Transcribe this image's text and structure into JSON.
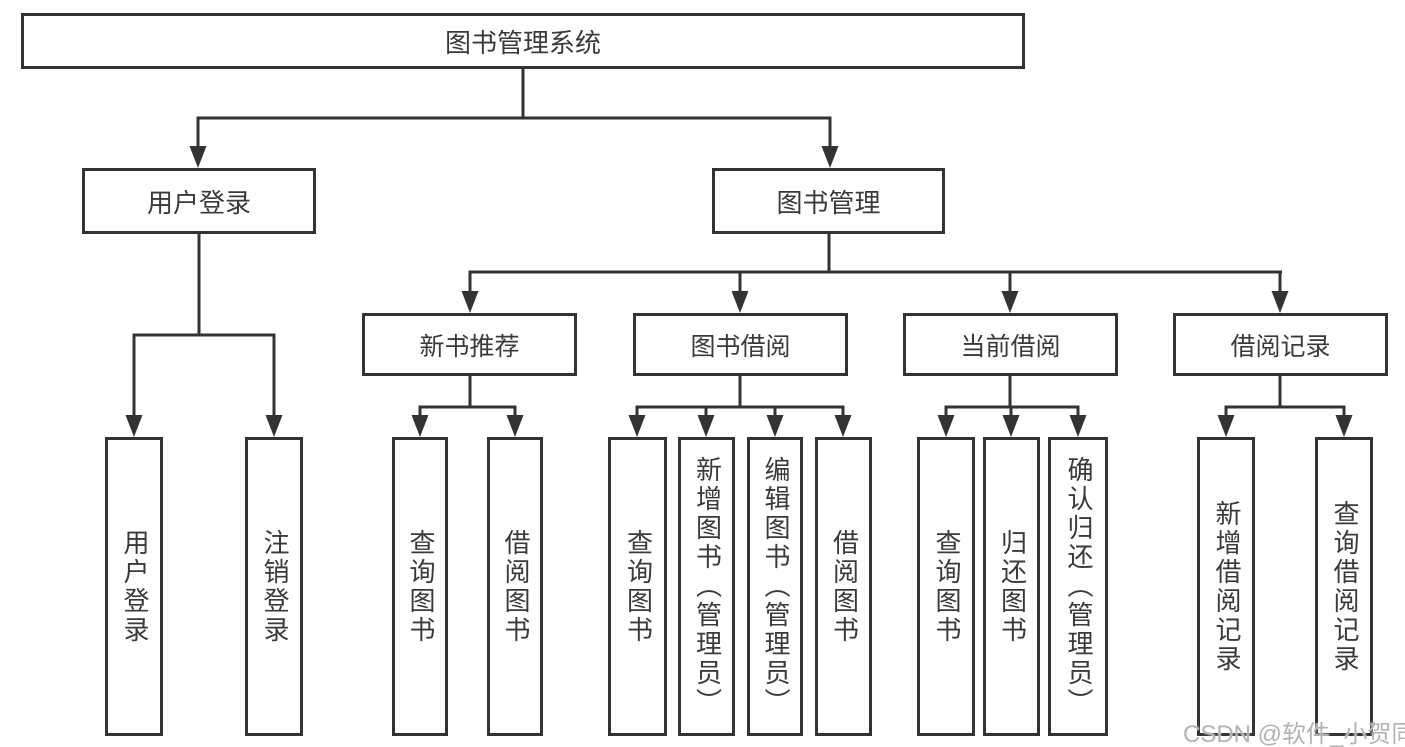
{
  "theme": {
    "line": "#333333",
    "text": "#3a3a3a",
    "box-bg": "#ffffff",
    "bg": "#ffffff",
    "watermark": "#b3b3b3"
  },
  "watermark": "CSDN @软件_小贺同学",
  "diagram": {
    "type": "hierarchy-tree",
    "root": {
      "label": "图书管理系统",
      "children": [
        {
          "label": "用户登录",
          "children": [
            {
              "label": "用户登录"
            },
            {
              "label": "注销登录"
            }
          ]
        },
        {
          "label": "图书管理",
          "children": [
            {
              "label": "新书推荐",
              "children": [
                {
                  "label": "查询图书"
                },
                {
                  "label": "借阅图书"
                }
              ]
            },
            {
              "label": "图书借阅",
              "children": [
                {
                  "label": "查询图书"
                },
                {
                  "label": "新增图书（管理员）"
                },
                {
                  "label": "编辑图书（管理员）"
                },
                {
                  "label": "借阅图书"
                }
              ]
            },
            {
              "label": "当前借阅",
              "children": [
                {
                  "label": "查询图书"
                },
                {
                  "label": "归还图书"
                },
                {
                  "label": "确认归还（管理员）"
                }
              ]
            },
            {
              "label": "借阅记录",
              "children": [
                {
                  "label": "新增借阅记录"
                },
                {
                  "label": "查询借阅记录"
                }
              ]
            }
          ]
        }
      ]
    }
  }
}
